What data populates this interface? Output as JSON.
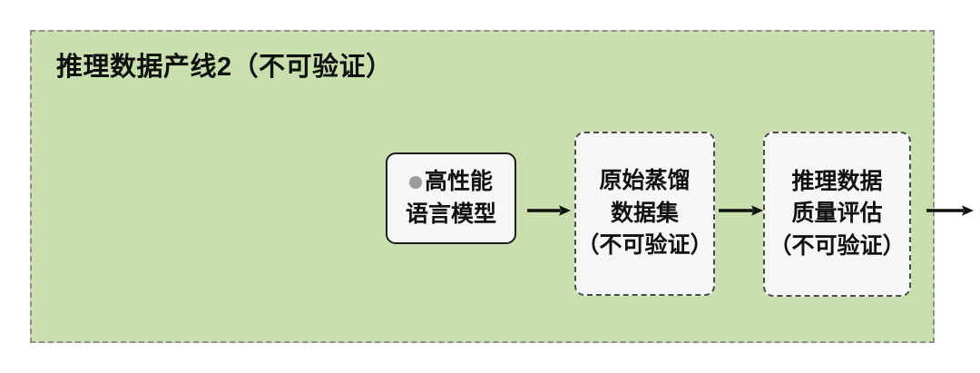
{
  "diagram": {
    "title": "推理数据产线2（不可验证）",
    "background_color": "#ffffff",
    "panel_fill": "#cadfae",
    "panel_border_color": "#8f8f8f",
    "node_fill": "#f6f6f6",
    "text_color": "#111111",
    "bullet_color": "#9b9b9b",
    "arrow_color": "#111111",
    "nodes": [
      {
        "id": "llm",
        "border_style": "solid",
        "has_bullet": true,
        "lines": [
          "高性能",
          "语言模型"
        ]
      },
      {
        "id": "raw-distill-dataset",
        "border_style": "dashed",
        "has_bullet": false,
        "lines": [
          "原始蒸馏",
          "数据集",
          "（不可验证）"
        ]
      },
      {
        "id": "reasoning-data-quality",
        "border_style": "dashed",
        "has_bullet": false,
        "lines": [
          "推理数据",
          "质量评估",
          "（不可验证）"
        ]
      }
    ],
    "arrows": [
      {
        "id": "arrow-1",
        "from": "llm",
        "to": "raw-distill-dataset",
        "direction": "right"
      },
      {
        "id": "arrow-2",
        "from": "raw-distill-dataset",
        "to": "reasoning-data-quality",
        "direction": "right"
      },
      {
        "id": "arrow-3",
        "from": "reasoning-data-quality",
        "to": "outside",
        "direction": "right"
      }
    ]
  }
}
